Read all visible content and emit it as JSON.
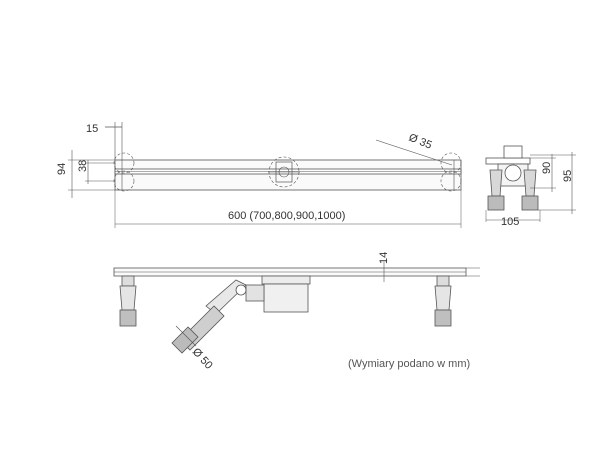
{
  "drawing": {
    "top_view": {
      "dim_15": "15",
      "dim_94": "94",
      "dim_38": "38",
      "dim_35": "Ø 35",
      "dim_length": "600 (700,800,900,1000)"
    },
    "side_view": {
      "dim_90": "90",
      "dim_95": "95",
      "dim_105": "105"
    },
    "front_view": {
      "dim_14": "14",
      "dim_50": "Ø 50"
    },
    "note": "(Wymiary podano w mm)"
  }
}
